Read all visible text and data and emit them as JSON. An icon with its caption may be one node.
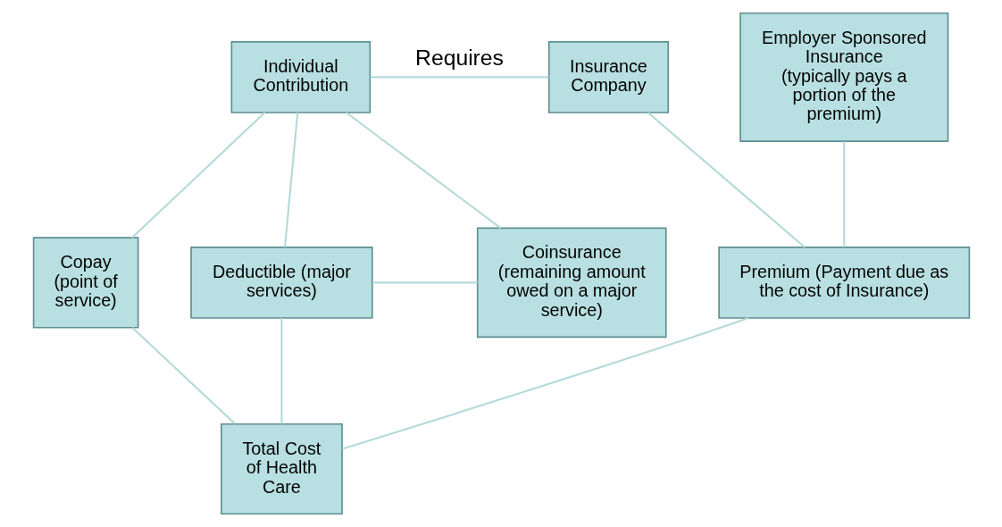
{
  "diagram": {
    "nodes": [
      {
        "text": [
          "Individual Contribution"
        ]
      },
      {
        "text": [
          "Insurance Company"
        ]
      },
      {
        "text": [
          "Employer Sponsored Insurance (typically pays a portion of the premium)"
        ]
      },
      {
        "text": [
          "Copay (point of service)"
        ]
      },
      {
        "text": [
          "Deductible (major services)"
        ]
      },
      {
        "text": [
          "Coinsurance (remaining amount owed on a major service)"
        ]
      },
      {
        "text": [
          "Premium (Payment due as the cost of Insurance)"
        ]
      },
      {
        "text": [
          "Total Cost of Health Care"
        ]
      }
    ],
    "edges": [
      {
        "from": 0,
        "to": 1,
        "arrow": "none",
        "label": "Requires"
      },
      {
        "from": 0,
        "to": 3,
        "arrow": "none"
      },
      {
        "from": 0,
        "to": 4,
        "arrow": "none"
      },
      {
        "from": 0,
        "to": 5,
        "arrow": "none"
      },
      {
        "from": 4,
        "to": 5,
        "arrow": "none"
      },
      {
        "from": 1,
        "to": 6,
        "arrow": "none"
      },
      {
        "from": 2,
        "to": 6,
        "arrow": "none"
      },
      {
        "from": 3,
        "to": 7,
        "arrow": "none"
      },
      {
        "from": 4,
        "to": 7,
        "arrow": "none"
      },
      {
        "from": 6,
        "to": 7,
        "arrow": "none"
      }
    ]
  }
}
